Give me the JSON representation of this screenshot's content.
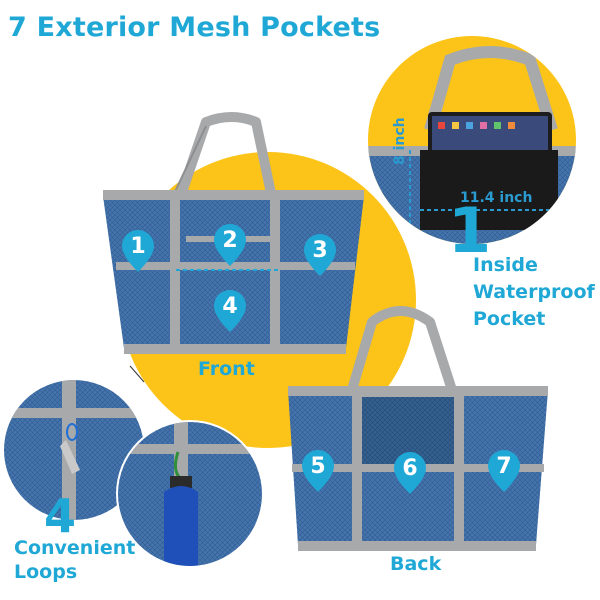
{
  "title": "7 Exterior Mesh Pockets",
  "front_label": "Front",
  "back_label": "Back",
  "inside_pocket": {
    "count": "1",
    "label": "Inside\nWaterproof\nPocket",
    "width_label": "11.4 inch",
    "height_label": "8 inch"
  },
  "loops": {
    "count": "4",
    "label": "Convenient\nLoops"
  },
  "pocket_markers": [
    "1",
    "2",
    "3",
    "4",
    "5",
    "6",
    "7"
  ],
  "colors": {
    "accent": "#1fa8d6",
    "yellow": "#fcc419",
    "bag_blue": "#3f6fa8",
    "trim_gray": "#a8a9ab"
  }
}
